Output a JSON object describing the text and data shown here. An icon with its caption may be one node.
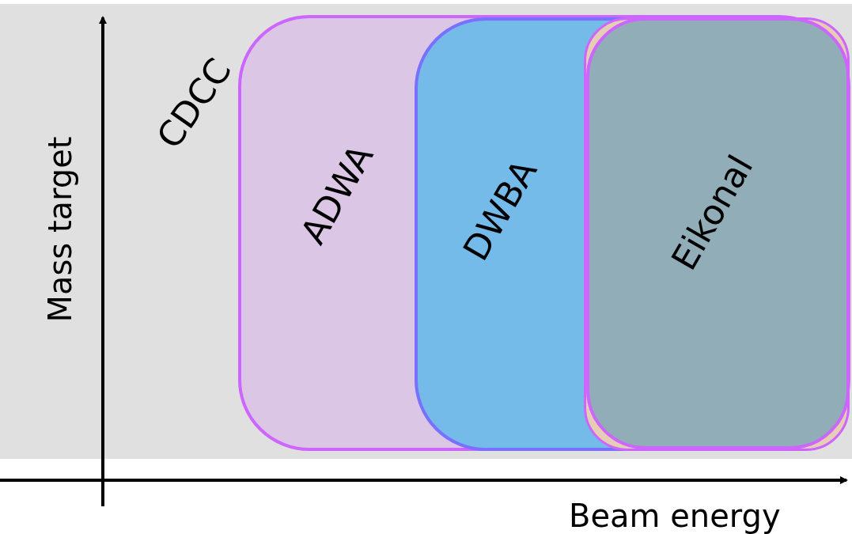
{
  "diagram": {
    "nodes": [
      {
        "text": [
          "CDCC"
        ]
      },
      {
        "text": [
          "ADWA"
        ],
        "in": 0
      },
      {
        "text": [
          "DWBA"
        ],
        "in": 1
      },
      {
        "text": [],
        "shape": "box",
        "in": 2
      },
      {
        "text": [
          "Eikonal"
        ],
        "in": 3
      }
    ],
    "labels": [
      "Mass target",
      "Beam energy"
    ]
  }
}
